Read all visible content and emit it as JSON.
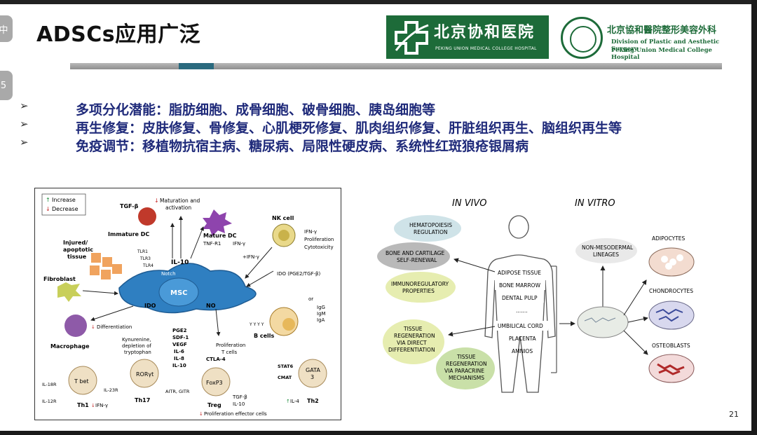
{
  "side_buttons": [
    "中",
    "5"
  ],
  "title": "ADSCs应用广泛",
  "logos": {
    "pumch_cn": "北京协和医院",
    "pumch_en": "PEKING UNION MEDICAL COLLEGE HOSPITAL",
    "division_cn": "北京協和醫院整形美容外科",
    "division_en1": "Division of Plastic and Aesthetic Surgery",
    "division_en2": "Peking Union Medical College Hospital"
  },
  "bullets": [
    {
      "label": "多项分化潜能：脂肪细胞、成骨细胞、破骨细胞、胰岛细胞等"
    },
    {
      "label": "再生修复：皮肤修复、骨修复、心肌梗死修复、肌肉组织修复、肝脏组织再生、脑组织再生等"
    },
    {
      "label": "免疫调节：移植物抗宿主病、糖尿病、局限性硬皮病、系统性红斑狼疮银屑病"
    }
  ],
  "bullet_symbol": "➢",
  "fig_left": {
    "legend_increase": "Increase",
    "legend_decrease": "Decrease",
    "tgf": "TGF-β",
    "maturation": "Maturation and",
    "activation": "activation",
    "immature_dc": "Immature DC",
    "mature_dc": "Mature DC",
    "tnf": "TNF-R1",
    "ifn_g": "IFN-γ",
    "nk_cell": "NK cell",
    "nk_ifn": "IFN-γ",
    "nk_prolif": "Proliferation",
    "nk_cyto": "Cytotoxicity",
    "injured": "Injured/",
    "apoptotic": "apoptotic",
    "tissue": "tissue",
    "tlr1": "TLR1",
    "tlr3": "TLR3",
    "tlr4": "TLR4",
    "il10": "IL-10",
    "plus_ifn": "+IFN-γ",
    "ido_pge": "IDO (PGE2/TGF-β)",
    "fibroblast": "Fibroblast",
    "notch": "Notch",
    "msc": "MSC",
    "ido": "IDO",
    "no": "NO",
    "or": "or",
    "igg": "IgG",
    "igm": "IgM",
    "iga": "IgA",
    "bcells": "B cells",
    "macrophage": "Macrophage",
    "differentiation": "Differentiation",
    "kyn1": "Kynurenine,",
    "kyn2": "depletion of",
    "kyn3": "tryptophan",
    "pge2": "PGE2",
    "sdf1": "SDF-1",
    "vegf": "VEGF",
    "il6": "IL-6",
    "il8": "IL-8",
    "il10b": "IL-10",
    "prolif1": "Proliferation",
    "prolif2": "T cells",
    "ctla4": "CTLA-4",
    "stat6": "STAT6",
    "cmat": "CMAT",
    "il18r": "IL-18R",
    "il12r": "IL-12R",
    "tbet": "T bet",
    "il23r": "IL-23R",
    "rorgt": "RORγt",
    "aitr": "AITR, GITR",
    "foxp3": "FoxP3",
    "tgfb2": "TGF-β",
    "il10c": "IL-10",
    "gata": "GATA",
    "gata3": "3",
    "th1": "Th1",
    "th1_ifn": "IFN-γ",
    "th17": "Th17",
    "treg": "Treg",
    "il4": "IL-4",
    "th2": "Th2",
    "effector": "Proliferation effector cells"
  },
  "fig_right": {
    "in_vivo": "IN VIVO",
    "in_vitro": "IN VITRO",
    "hematopoiesis1": "HEMATOPOIESIS",
    "hematopoiesis2": "REGULATION",
    "bone1": "BONE AND CARTILAGE",
    "bone2": "SELF-RENEWAL",
    "immuno1": "IMMUNOREGULATORY",
    "immuno2": "PROPERTIES",
    "tissue1": "TISSUE",
    "tissue2": "REGENERATION",
    "tissue3": "VIA DIRECT",
    "tissue4": "DIFFERENTIATION",
    "para1": "TISSUE",
    "para2": "REGENERATION",
    "para3": "VIA PARACRINE",
    "para4": "MECHANISMS",
    "adipose": "ADIPOSE TISSUE",
    "marrow": "BONE MARROW",
    "dental": "DENTAL PULP",
    "dots": ".......",
    "umbilical": "UMBILICAL CORD",
    "placenta": "PLACENTA",
    "amnios": "AMNIOS",
    "nonmeso1": "NON-MESODERMAL",
    "nonmeso2": "LINEAGES",
    "adipocytes": "ADIPOCYTES",
    "chondrocytes": "CHONDROCYTES",
    "osteoblasts": "OSTEOBLASTS"
  },
  "page_number": "21",
  "colors": {
    "bullet_text": "#1f2a7a",
    "pumch_green": "#1d6b39",
    "msc_blue": "#2f7fc1",
    "increase": "#1b8a3a",
    "decrease": "#c62828"
  }
}
